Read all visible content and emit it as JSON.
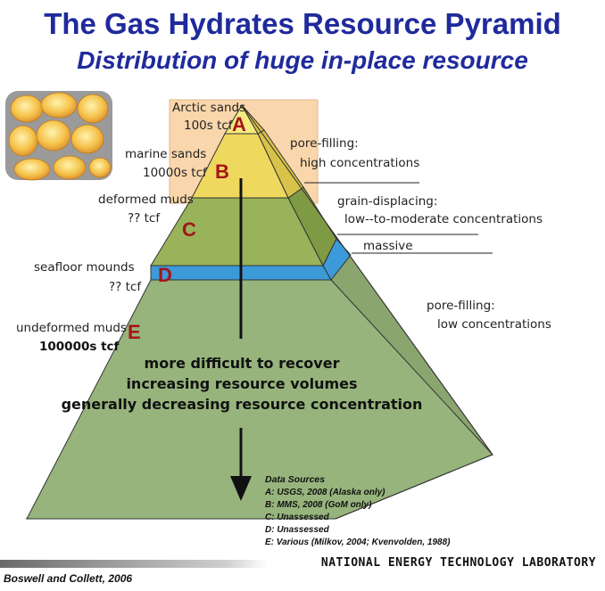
{
  "title": "The Gas Hydrates Resource Pyramid",
  "subtitle": "Distribution of huge in-place resource",
  "left_labels": {
    "arctic_name": "Arctic sands",
    "arctic_value": "100s tcf",
    "marine_name": "marine sands",
    "marine_value": "10000s tcf",
    "deformed_name": "deformed muds",
    "deformed_value": "??  tcf",
    "seafloor_name": "seafloor mounds",
    "seafloor_value": "?? tcf",
    "undeformed_name": "undeformed muds",
    "undeformed_value": "100000s tcf"
  },
  "right_labels": {
    "pore_filling_high_1": "pore-filling:",
    "pore_filling_high_2": "high concentrations",
    "grain_displacing_1": "grain-displacing:",
    "grain_displacing_2": "low--to-moderate concentrations",
    "massive": "massive",
    "pore_filling_low_1": "pore-filling:",
    "pore_filling_low_2": "low concentrations"
  },
  "tier_letters": {
    "a": "A",
    "b": "B",
    "c": "C",
    "d": "D",
    "e": "E"
  },
  "arrow_text": {
    "line1": "more difficult to recover",
    "line2": "increasing resource volumes",
    "line3": "generally decreasing resource concentration"
  },
  "data_sources": {
    "title": "Data Sources",
    "items": [
      "A:  USGS, 2008 (Alaska only)",
      "B:  MMS, 2008 (GoM only)",
      "C:  Unassessed",
      "D:  Unassessed",
      "E:  Various (Milkov, 2004; Kvenvolden, 1988)"
    ]
  },
  "footer": {
    "organization": "NATIONAL ENERGY TECHNOLOGY LABORATORY",
    "credit": "Boswell and Collett, 2006"
  },
  "colors": {
    "title_blue": "#1f2a9c",
    "tier_a": "#f4ea7e",
    "tier_b": "#efd85e",
    "tier_c": "#99b35a",
    "tier_d": "#3c9ad8",
    "tier_e": "#96b47c",
    "letter_red": "#a5141a",
    "highlight_box": "#f7c990"
  },
  "icons": [
    "sand-grains-image"
  ]
}
